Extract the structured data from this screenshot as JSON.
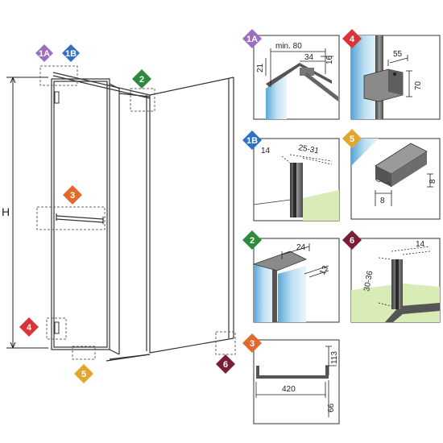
{
  "colors": {
    "badge_1a": "#9b6fc0",
    "badge_1b": "#2f6fc4",
    "badge_2": "#2e8b3e",
    "badge_3": "#e06a2c",
    "badge_4": "#d8353a",
    "badge_5": "#e0a72e",
    "badge_6": "#7a1d36",
    "glass": "#cfe6f2",
    "floor": "#d9ecb8",
    "profile": "#5a5a5a"
  },
  "badges": {
    "b1a": "1A",
    "b1b": "1B",
    "b2": "2",
    "b3": "3",
    "b4": "4",
    "b5": "5",
    "b6": "6"
  },
  "overview": {
    "height_label": "H"
  },
  "details": {
    "d1a": {
      "dim_width": "min. 80",
      "dim_small": "34",
      "dim_side": "16",
      "dim_left": "21"
    },
    "d4": {
      "dim_top": "55",
      "dim_side": "70"
    },
    "d1b": {
      "dim_left": "14",
      "dim_range": "25-31"
    },
    "d5": {
      "dim_side": "8",
      "dim_bottom": "8"
    },
    "d2": {
      "dim_top": "24",
      "dim_side": "13"
    },
    "d6": {
      "dim_top": "14",
      "dim_range": "30-36"
    },
    "d3": {
      "dim_length": "420",
      "dim_height": "113",
      "dim_bottom": "66"
    }
  }
}
